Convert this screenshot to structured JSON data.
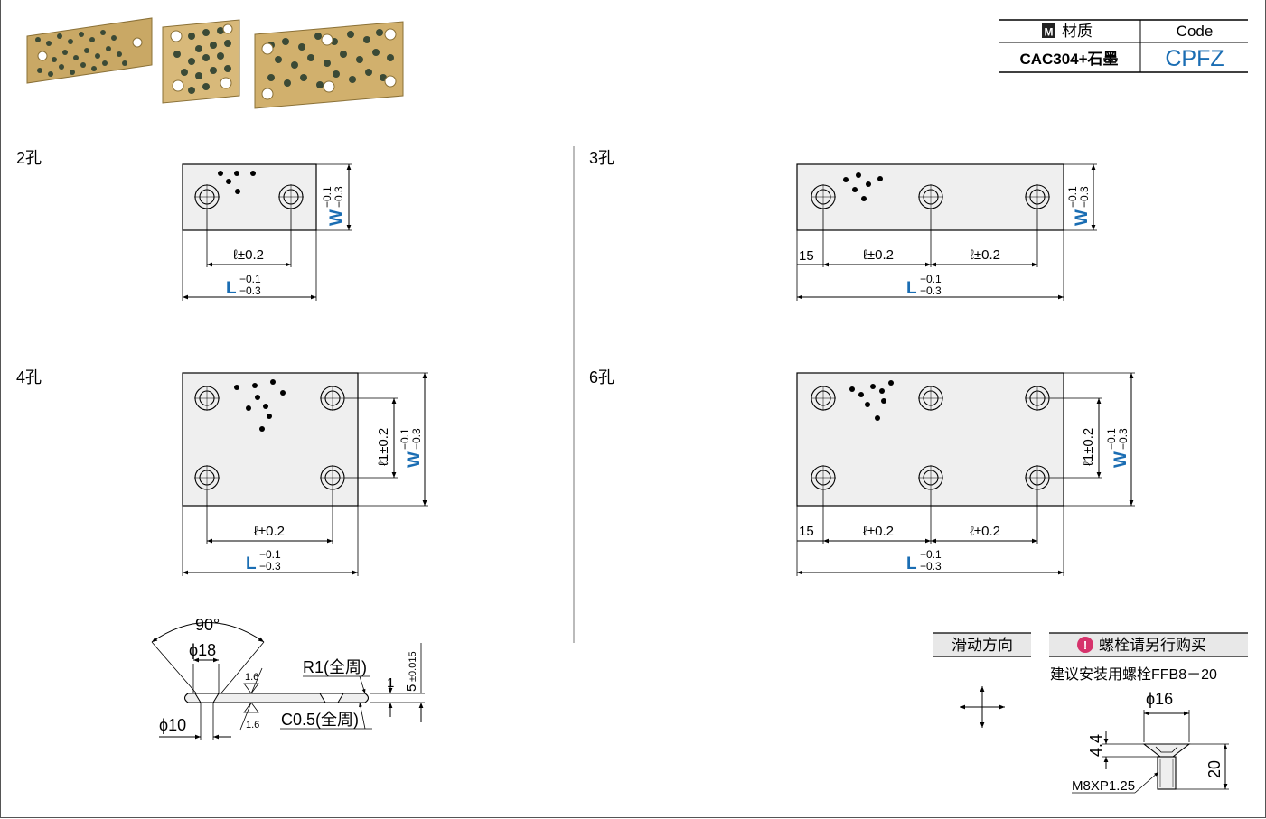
{
  "material_table": {
    "material_header_icon": "M",
    "material_header": "材质",
    "code_header": "Code",
    "material_value": "CAC304+石墨",
    "code_value": "CPFZ",
    "code_color": "#1a6db3"
  },
  "views": {
    "two_hole": {
      "title": "2孔"
    },
    "three_hole": {
      "title": "3孔"
    },
    "four_hole": {
      "title": "4孔"
    },
    "six_hole": {
      "title": "6孔"
    }
  },
  "dims": {
    "l_tol": "ℓ±0.2",
    "l1_tol": "ℓ1±0.2",
    "L": "L",
    "W": "W",
    "tol_upper": "−0.1",
    "tol_lower": "−0.3",
    "offset_15": "15"
  },
  "section": {
    "angle": "90°",
    "dia18": "ϕ18",
    "dia10": "ϕ10",
    "rough": "1.6",
    "r1": "R1(全周)",
    "c05": "C0.5(全周)",
    "thk1": "1",
    "thk5": "5",
    "thk5_tol": "±0.015"
  },
  "slide": {
    "label": "滑动方向",
    "icon": "four-way-arrow-icon"
  },
  "bolt": {
    "label": "螺栓请另行购买",
    "icon": "exclamation-icon",
    "note": "建议安装用螺栓FFB8－20",
    "dia16": "ϕ16",
    "head": "4.4",
    "length": "20",
    "thread": "M8XP1.25"
  },
  "colors": {
    "accent_blue": "#1a6db3",
    "plate_fill": "#efefef",
    "bronze": "#c9a865"
  }
}
